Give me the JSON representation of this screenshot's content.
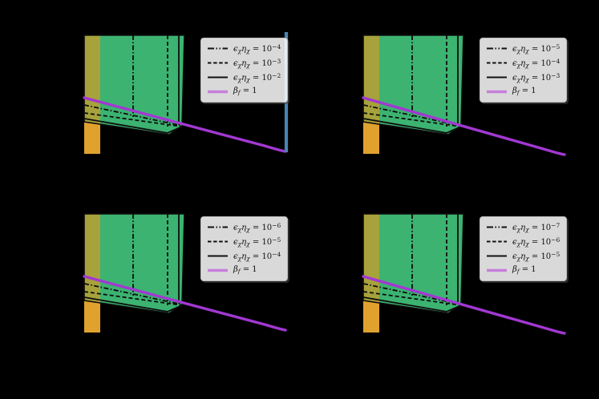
{
  "colors": {
    "background": "#000000",
    "green": "#3cb371",
    "olive": "#a7a23b",
    "orange": "#e0a22f",
    "purple": "#a238d2",
    "purple_legend": "#c77fdb",
    "blue": "#4884b4",
    "line": "#0d0d0d"
  },
  "subplots": [
    {
      "name": "top-left",
      "has_blue_line": true,
      "legend": {
        "rows": [
          {
            "style": "dashdotdot",
            "sym1": "ϵ",
            "sub1": "χ",
            "sym2": "η",
            "sub2": "χ",
            "eq": " = 10",
            "exp": "−4"
          },
          {
            "style": "dashed",
            "sym1": "ϵ",
            "sub1": "χ",
            "sym2": "η",
            "sub2": "χ",
            "eq": " = 10",
            "exp": "−3"
          },
          {
            "style": "solid",
            "sym1": "ϵ",
            "sub1": "χ",
            "sym2": "η",
            "sub2": "χ",
            "eq": " = 10",
            "exp": "−2"
          },
          {
            "style": "beta",
            "sym1": "β",
            "sub1": "f",
            "eq": " = 1"
          }
        ]
      }
    },
    {
      "name": "top-right",
      "has_blue_line": false,
      "legend": {
        "rows": [
          {
            "style": "dashdotdot",
            "sym1": "ϵ",
            "sub1": "χ",
            "sym2": "η",
            "sub2": "χ",
            "eq": " = 10",
            "exp": "−5"
          },
          {
            "style": "dashed",
            "sym1": "ϵ",
            "sub1": "χ",
            "sym2": "η",
            "sub2": "χ",
            "eq": " = 10",
            "exp": "−4"
          },
          {
            "style": "solid",
            "sym1": "ϵ",
            "sub1": "χ",
            "sym2": "η",
            "sub2": "χ",
            "eq": " = 10",
            "exp": "−3"
          },
          {
            "style": "beta",
            "sym1": "β",
            "sub1": "f",
            "eq": " = 1"
          }
        ]
      }
    },
    {
      "name": "bottom-left",
      "has_blue_line": false,
      "legend": {
        "rows": [
          {
            "style": "dashdotdot",
            "sym1": "ϵ",
            "sub1": "χ",
            "sym2": "η",
            "sub2": "χ",
            "eq": " = 10",
            "exp": "−6"
          },
          {
            "style": "dashed",
            "sym1": "ϵ",
            "sub1": "χ",
            "sym2": "η",
            "sub2": "χ",
            "eq": " = 10",
            "exp": "−5"
          },
          {
            "style": "solid",
            "sym1": "ϵ",
            "sub1": "χ",
            "sym2": "η",
            "sub2": "χ",
            "eq": " = 10",
            "exp": "−4"
          },
          {
            "style": "beta",
            "sym1": "β",
            "sub1": "f",
            "eq": " = 1"
          }
        ]
      }
    },
    {
      "name": "bottom-right",
      "has_blue_line": false,
      "legend": {
        "rows": [
          {
            "style": "dashdotdot",
            "sym1": "ϵ",
            "sub1": "χ",
            "sym2": "η",
            "sub2": "χ",
            "eq": " = 10",
            "exp": "−7"
          },
          {
            "style": "dashed",
            "sym1": "ϵ",
            "sub1": "χ",
            "sym2": "η",
            "sub2": "χ",
            "eq": " = 10",
            "exp": "−6"
          },
          {
            "style": "solid",
            "sym1": "ϵ",
            "sub1": "χ",
            "sym2": "η",
            "sub2": "χ",
            "eq": " = 10",
            "exp": "−5"
          },
          {
            "style": "beta",
            "sym1": "β",
            "sub1": "f",
            "eq": " = 1"
          }
        ]
      }
    }
  ],
  "chart_data": {
    "type": "contour-region",
    "grid": "2x2",
    "panels": [
      {
        "position": "top-left",
        "contour_lines": [
          {
            "label": "ϵ_χ η_χ = 10^−4",
            "style": "dash-dot-dot",
            "color": "black"
          },
          {
            "label": "ϵ_χ η_χ = 10^−3",
            "style": "dashed",
            "color": "black"
          },
          {
            "label": "ϵ_χ η_χ = 10^−2",
            "style": "solid",
            "color": "black"
          },
          {
            "label": "β_f = 1",
            "style": "thick-solid",
            "color": "purple"
          }
        ],
        "shaded_regions": [
          {
            "color": "green",
            "shape": "large region with slanted lower boundary"
          },
          {
            "color": "orange",
            "shape": "narrow vertical band at left, olive where overlapping green"
          }
        ],
        "blue_vertical_boundary_line": true
      },
      {
        "position": "top-right",
        "contour_lines": [
          {
            "label": "ϵ_χ η_χ = 10^−5",
            "style": "dash-dot-dot",
            "color": "black"
          },
          {
            "label": "ϵ_χ η_χ = 10^−4",
            "style": "dashed",
            "color": "black"
          },
          {
            "label": "ϵ_χ η_χ = 10^−3",
            "style": "solid",
            "color": "black"
          },
          {
            "label": "β_f = 1",
            "style": "thick-solid",
            "color": "purple"
          }
        ],
        "shaded_regions": [
          {
            "color": "green",
            "shape": "large region with slanted lower boundary"
          },
          {
            "color": "orange",
            "shape": "narrow vertical band at left, olive where overlapping green"
          }
        ],
        "blue_vertical_boundary_line": false
      },
      {
        "position": "bottom-left",
        "contour_lines": [
          {
            "label": "ϵ_χ η_χ = 10^−6",
            "style": "dash-dot-dot",
            "color": "black"
          },
          {
            "label": "ϵ_χ η_χ = 10^−5",
            "style": "dashed",
            "color": "black"
          },
          {
            "label": "ϵ_χ η_χ = 10^−4",
            "style": "solid",
            "color": "black"
          },
          {
            "label": "β_f = 1",
            "style": "thick-solid",
            "color": "purple"
          }
        ],
        "shaded_regions": [
          {
            "color": "green",
            "shape": "large region with slanted lower boundary"
          },
          {
            "color": "orange",
            "shape": "narrow vertical band at left, olive where overlapping green"
          }
        ],
        "blue_vertical_boundary_line": false
      },
      {
        "position": "bottom-right",
        "contour_lines": [
          {
            "label": "ϵ_χ η_χ = 10^−7",
            "style": "dash-dot-dot",
            "color": "black"
          },
          {
            "label": "ϵ_χ η_χ = 10^−6",
            "style": "dashed",
            "color": "black"
          },
          {
            "label": "ϵ_χ η_χ = 10^−5",
            "style": "solid",
            "color": "black"
          },
          {
            "label": "β_f = 1",
            "style": "thick-solid",
            "color": "purple"
          }
        ],
        "shaded_regions": [
          {
            "color": "green",
            "shape": "large region with slanted lower boundary"
          },
          {
            "color": "orange",
            "shape": "narrow vertical band at left, olive where overlapping green"
          }
        ],
        "blue_vertical_boundary_line": false
      }
    ]
  }
}
